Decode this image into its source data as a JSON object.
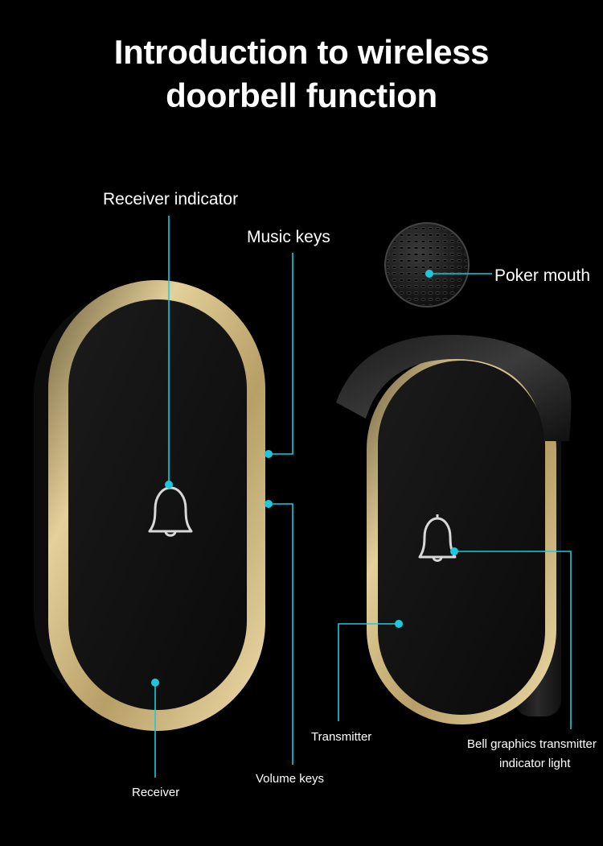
{
  "title": {
    "line1": "Introduction to wireless",
    "line2": "doorbell function"
  },
  "labels": {
    "receiver_indicator": "Receiver indicator",
    "music_keys": "Music keys",
    "poker_mouth": "Poker mouth",
    "transmitter": "Transmitter",
    "bell_graphics_line1": "Bell graphics transmitter",
    "bell_graphics_line2": "indicator light",
    "volume_keys": "Volume keys",
    "receiver": "Receiver"
  },
  "icons": {
    "receiver_bell": "bell-icon",
    "transmitter_bell": "bell-icon",
    "speaker_grille": "speaker-grille-icon"
  },
  "colors": {
    "background": "#000000",
    "gold_trim": "#c9b27a",
    "callout_line": "#1ec8dc",
    "device_face": "#111111",
    "text": "#ffffff"
  }
}
